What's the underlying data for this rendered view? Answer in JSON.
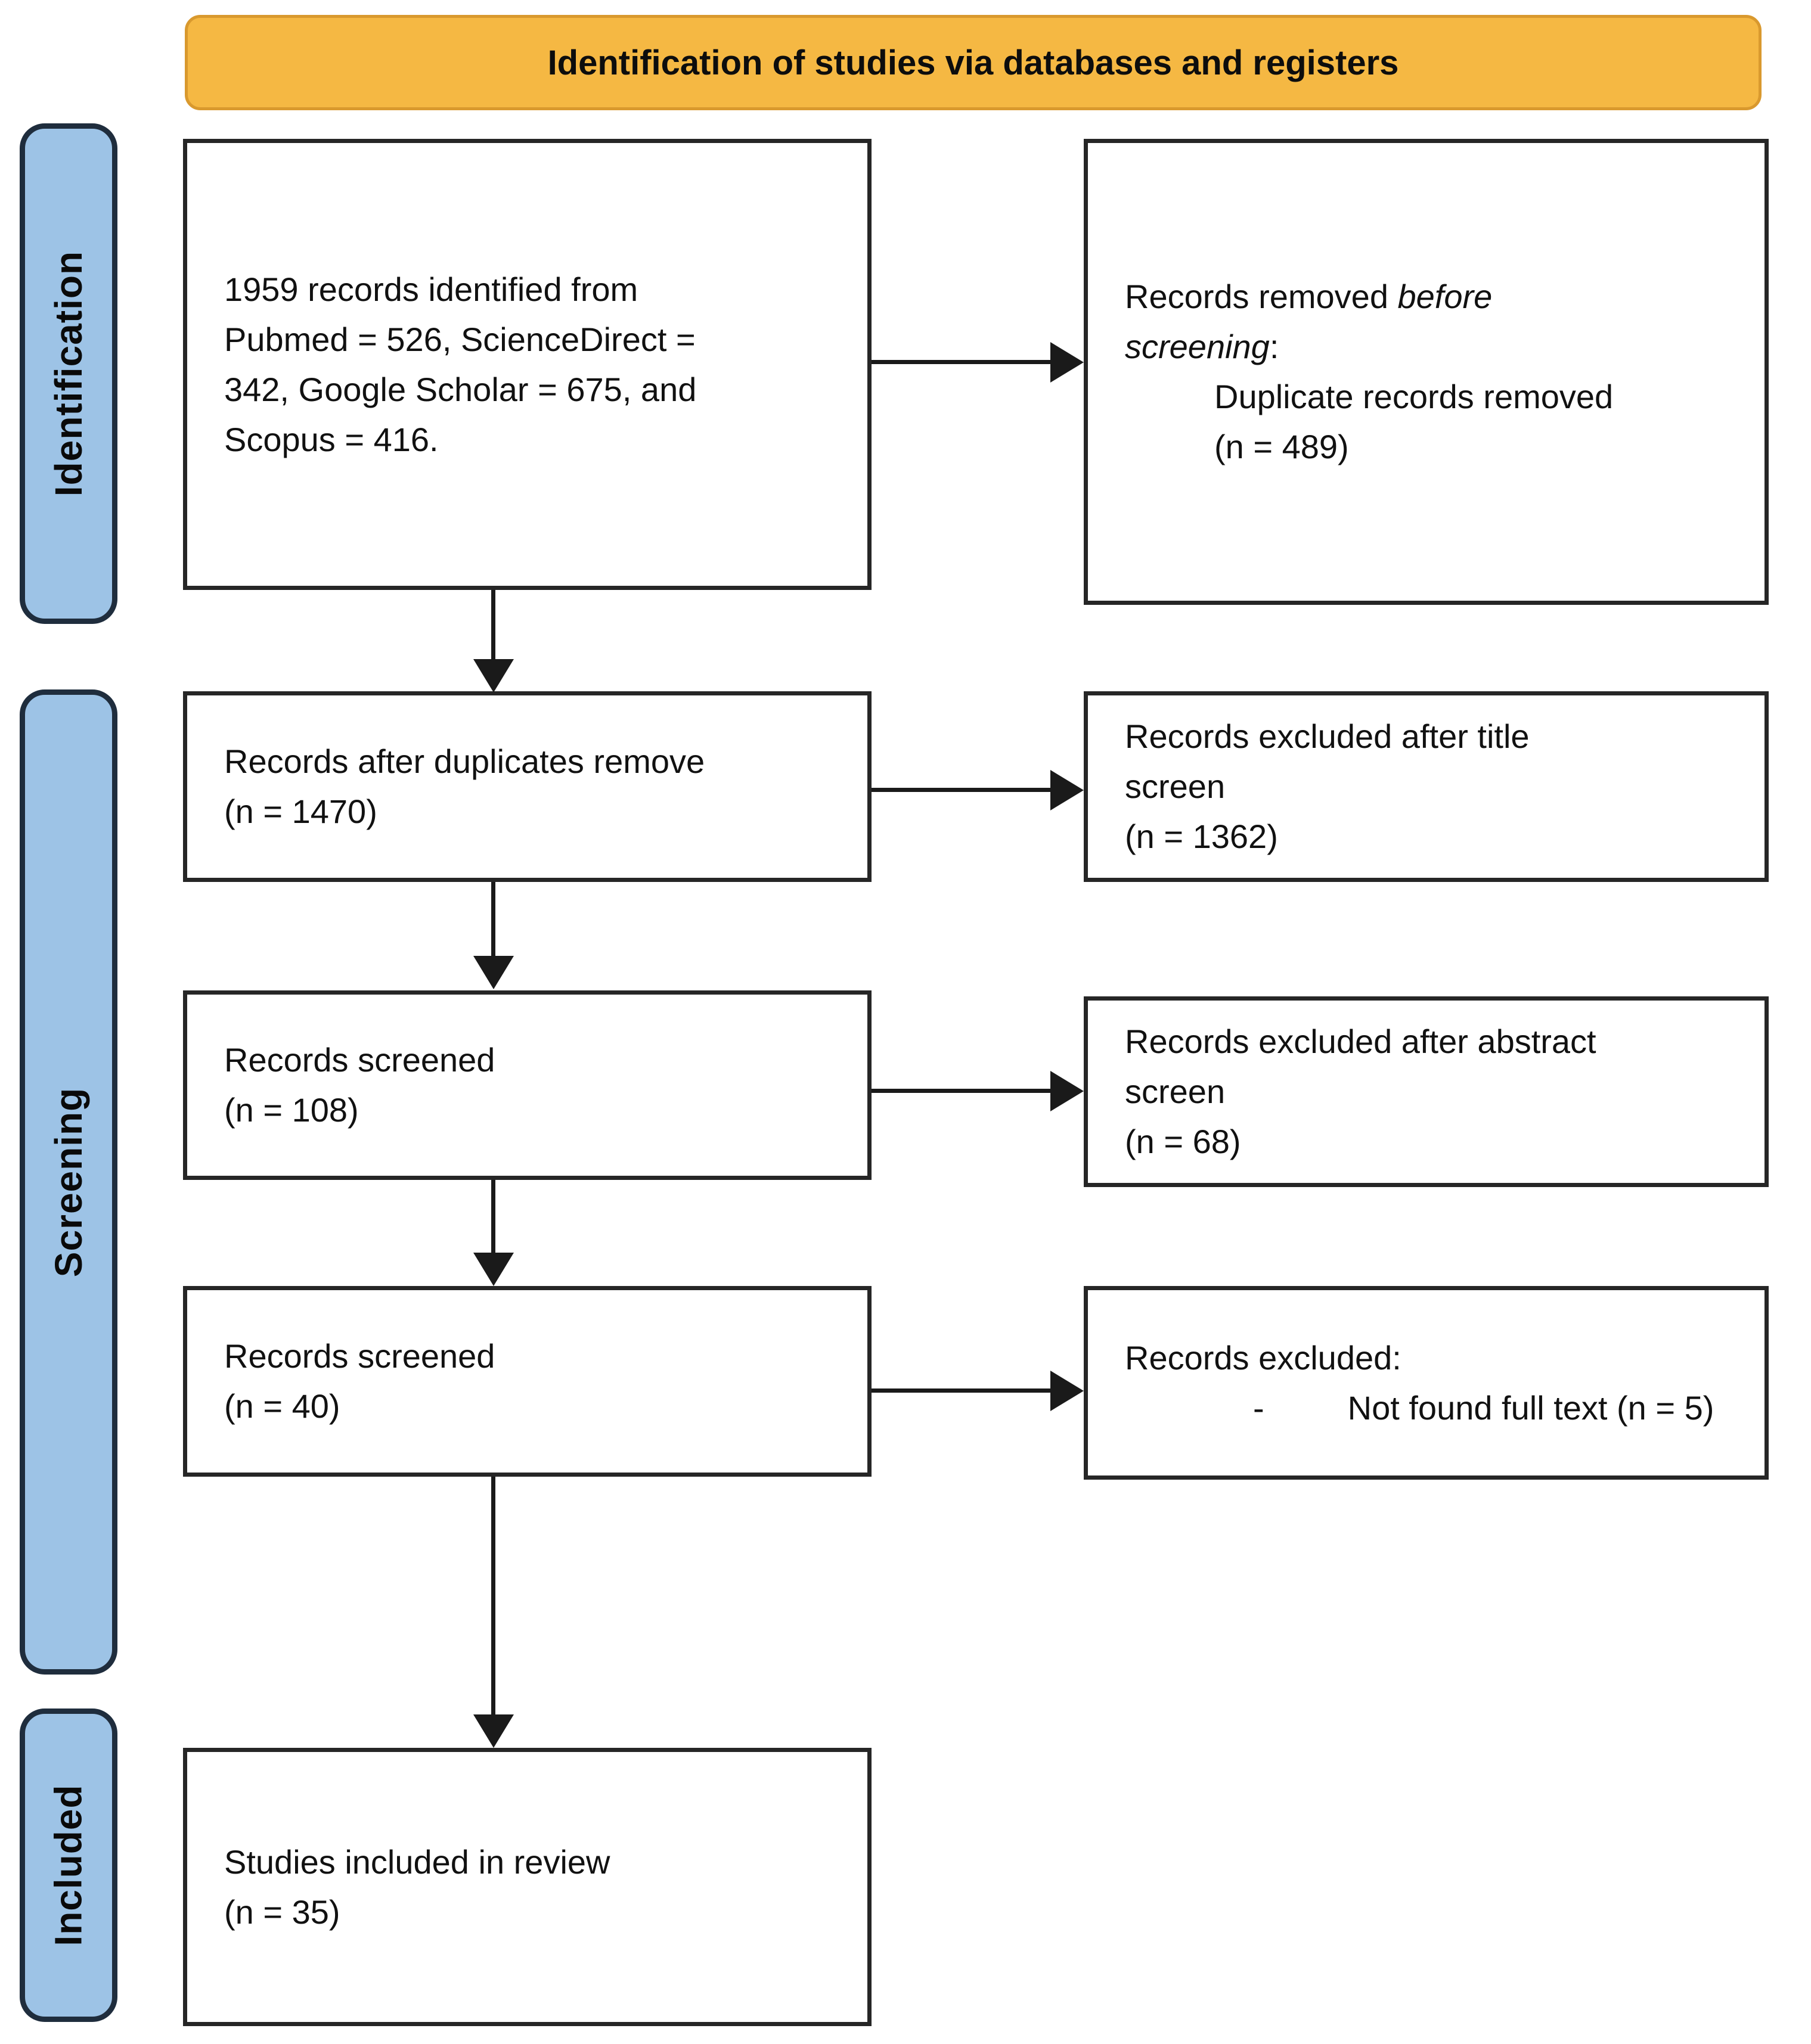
{
  "banner": {
    "title": "Identification of studies via databases and registers"
  },
  "side_labels": {
    "identification": "Identification",
    "screening": "Screening",
    "included": "Included"
  },
  "flow": {
    "identified": {
      "text": "1959 records identified from\nPubmed = 526, ScienceDirect =\n342, Google Scholar = 675, and\nScopus = 416."
    },
    "removed_before": {
      "intro": "Records removed ",
      "italic": "before screening",
      "colon": ":",
      "detail": "Duplicate records removed\n(n = 489)"
    },
    "after_duplicates": {
      "text": "Records after duplicates remove\n(n = 1470)"
    },
    "excluded_title": {
      "text": "Records excluded after title\nscreen\n(n = 1362)"
    },
    "screened_108": {
      "text": "Records screened\n(n = 108)"
    },
    "excluded_abstract": {
      "text": "Records excluded after abstract\nscreen\n(n = 68)"
    },
    "screened_40": {
      "text": "Records screened\n(n = 40)"
    },
    "excluded_fulltext": {
      "heading": "Records excluded:",
      "bullet": "-",
      "detail": "Not found full text (n = 5)"
    },
    "included_review": {
      "text": "Studies included in review\n(n = 35)"
    }
  },
  "colors": {
    "banner_fill": "#F5B843",
    "banner_border": "#D9992E",
    "label_fill": "#9DC3E6",
    "label_border": "#1F2D3D",
    "box_border": "#262626",
    "arrow": "#1A1A1A"
  }
}
